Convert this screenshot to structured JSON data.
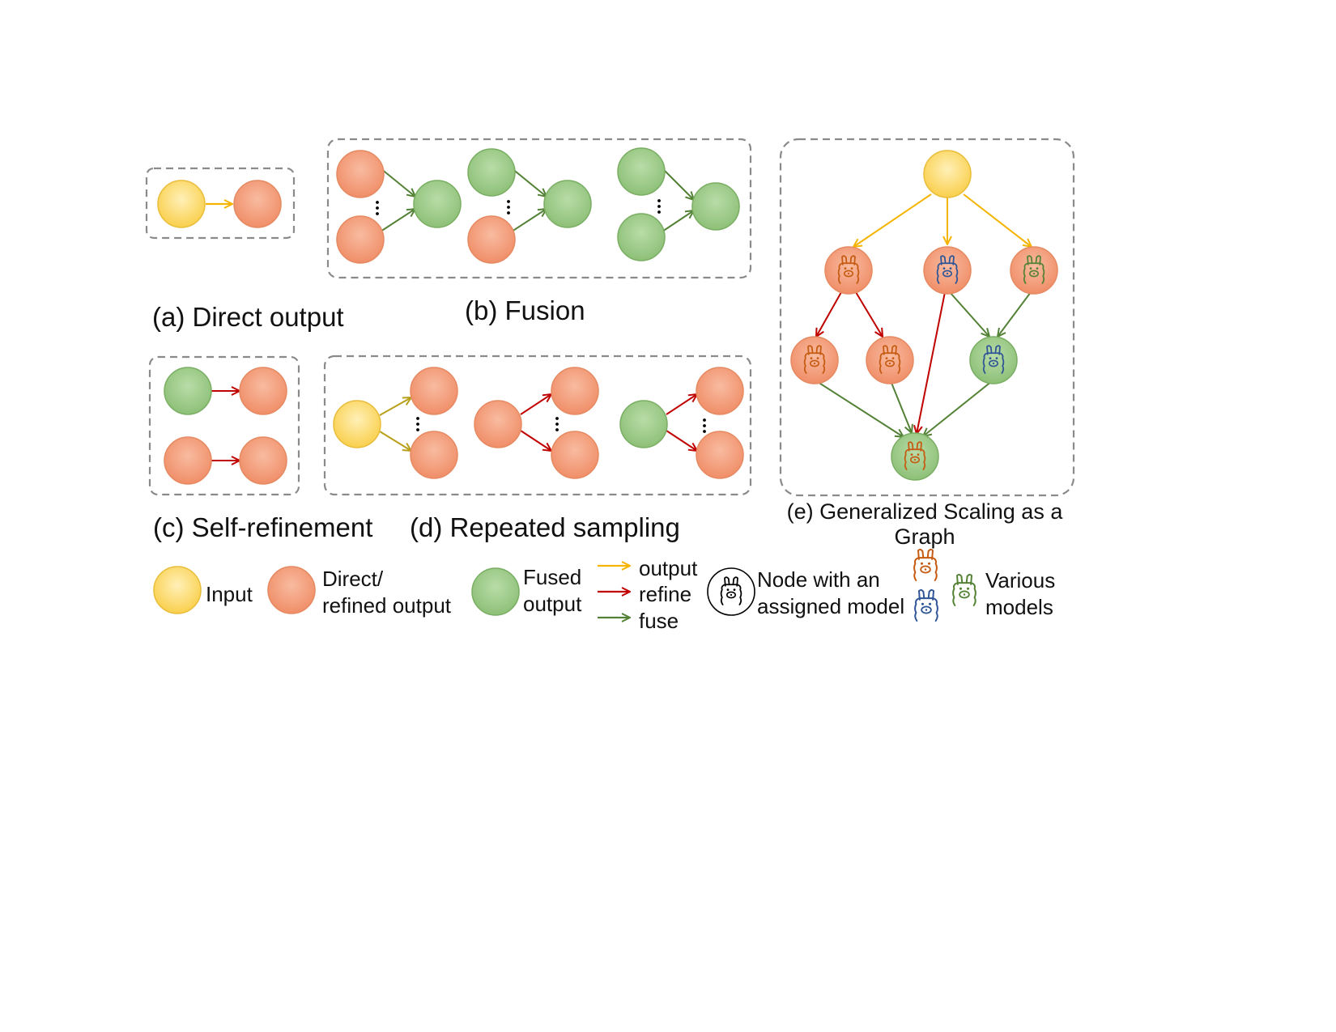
{
  "colors": {
    "input": "#FAD45A",
    "output": "#F2946F",
    "fused": "#93C47D",
    "edge_output": "#F4B400",
    "edge_output_d": "#B8A01A",
    "edge_refine": "#C00000",
    "edge_fuse": "#538135",
    "model_orange": "#C55A11",
    "model_blue": "#2F5597",
    "model_green": "#548235",
    "frame": "#8A8A8A"
  },
  "panels": {
    "a": {
      "caption": "(a) Direct output"
    },
    "b": {
      "caption": "(b) Fusion"
    },
    "c": {
      "caption": "(c) Self-refinement"
    },
    "d": {
      "caption": "(d) Repeated sampling"
    },
    "e": {
      "caption_line1": "(e) Generalized Scaling as a",
      "caption_line2": "Graph"
    }
  },
  "legend": {
    "input": "Input",
    "output_line1": "Direct/",
    "output_line2": "refined output",
    "fused_line1": "Fused",
    "fused_line2": "output",
    "edge_output": "output",
    "edge_refine": "refine",
    "edge_fuse": "fuse",
    "node_model_line1": "Node with an",
    "node_model_line2": "assigned model",
    "various_line1": "Various",
    "various_line2": "models"
  },
  "icons": {
    "model_node": "llama-icon",
    "ellipsis": "vertical-ellipsis-icon"
  }
}
